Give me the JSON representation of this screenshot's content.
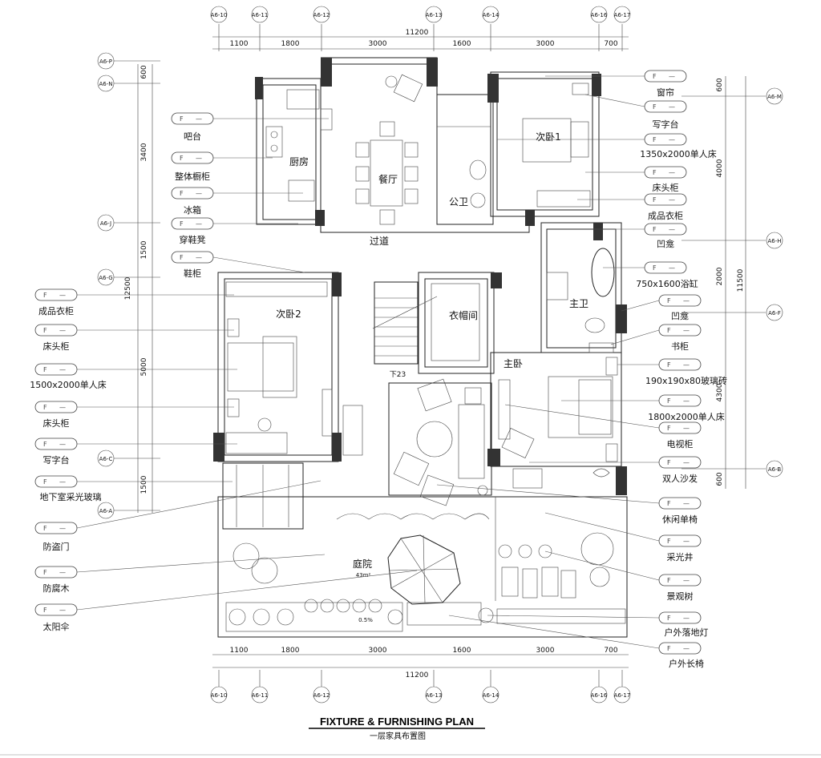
{
  "title": "FIXTURE & FURNISHING PLAN",
  "subtitle": "一层家具布置图",
  "grid_top": [
    "A6-10",
    "A6-11",
    "A6-12",
    "A6-13",
    "A6-14",
    "A6-16",
    "A6-17"
  ],
  "grid_left": [
    "A6-P",
    "A6-N",
    "A6-J",
    "A6-G",
    "A6-C",
    "A6-A"
  ],
  "grid_right": [
    "A6-M",
    "A6-H",
    "A6-F",
    "A6-B"
  ],
  "dims_top": [
    "1100",
    "1800",
    "3000",
    "1600",
    "3000",
    "700"
  ],
  "dims_top_total": "11200",
  "dims_bottom": [
    "1100",
    "1800",
    "3000",
    "1600",
    "3000",
    "700"
  ],
  "dims_bottom_total": "11200",
  "dims_left": [
    "600",
    "3400",
    "1500",
    "5000",
    "1500"
  ],
  "dims_left_total": "12500",
  "dims_right": [
    "600",
    "4000",
    "2000",
    "4300",
    "600"
  ],
  "dims_right_total": "11500",
  "rooms": {
    "kitchen": "厨房",
    "dining": "餐厅",
    "hall": "过道",
    "bedroom1": "次卧1",
    "wc": "公卫",
    "master_bath": "主卫",
    "bedroom2": "次卧2",
    "cloak": "衣帽间",
    "master_bed": "主卧",
    "courtyard": "庭院",
    "court_area": "43m²",
    "stair": "下23",
    "slope": "0.5%"
  },
  "tag_letter": "F",
  "tag_dash": "—",
  "labels_left": [
    "吧台",
    "整体橱柜",
    "冰箱",
    "穿鞋凳",
    "鞋柜",
    "成品衣柜",
    "床头柜",
    "1500x2000单人床",
    "床头柜",
    "写字台",
    "地下室采光玻璃",
    "防盗门",
    "防腐木",
    "太阳伞"
  ],
  "labels_right": [
    "窗帘",
    "写字台",
    "1350x2000单人床",
    "床头柜",
    "成品衣柜",
    "凹龛",
    "750x1600浴缸",
    "凹龛",
    "书柜",
    "190x190x80玻璃砖",
    "1800x2000单人床",
    "电视柜",
    "双人沙发",
    "休闲单椅",
    "采光井",
    "景观树",
    "户外落地灯",
    "户外长椅"
  ]
}
